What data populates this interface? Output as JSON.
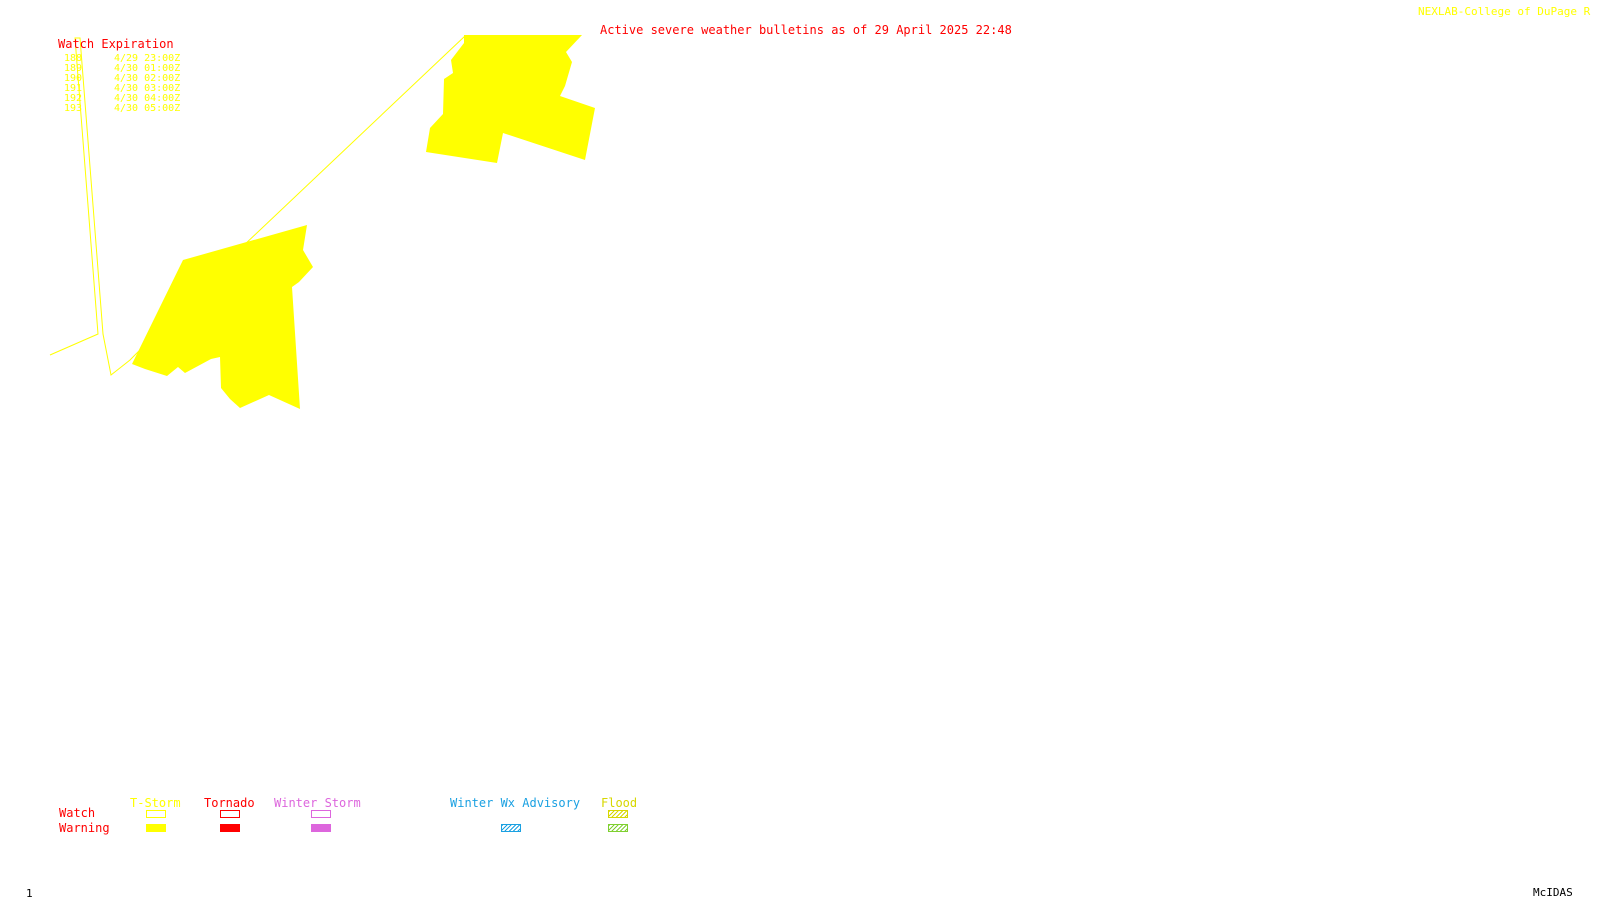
{
  "header": {
    "credit": "NEXLAB-College of DuPage R",
    "title": "Active severe weather bulletins as of 29 April 2025 22:48"
  },
  "watch_expiration": {
    "title": "Watch Expiration",
    "rows": [
      {
        "num": "188",
        "expires": "4/29 23:00Z"
      },
      {
        "num": "189",
        "expires": "4/30 01:00Z"
      },
      {
        "num": "190",
        "expires": "4/30 02:00Z"
      },
      {
        "num": "191",
        "expires": "4/30 03:00Z"
      },
      {
        "num": "192",
        "expires": "4/30 04:00Z"
      },
      {
        "num": "193",
        "expires": "4/30 05:00Z"
      }
    ]
  },
  "legend": {
    "row_watch": "Watch",
    "row_warning": "Warning",
    "tstorm": "T-Storm",
    "tornado": "Tornado",
    "winter_storm": "Winter Storm",
    "winter_wx_advisory": "Winter Wx Advisory",
    "flood": "Flood"
  },
  "footer": {
    "frame_number": "1",
    "software": "McIDAS"
  },
  "colors": {
    "background": "#ffffff",
    "tstorm": "#ffff00",
    "tornado": "#ff0000",
    "winter_storm": "#dd66dd",
    "winter_wx_advisory": "#1ba1e2",
    "flood": "#d7d700",
    "flood_warning": "#7fd030",
    "title_text": "#ff0000"
  }
}
